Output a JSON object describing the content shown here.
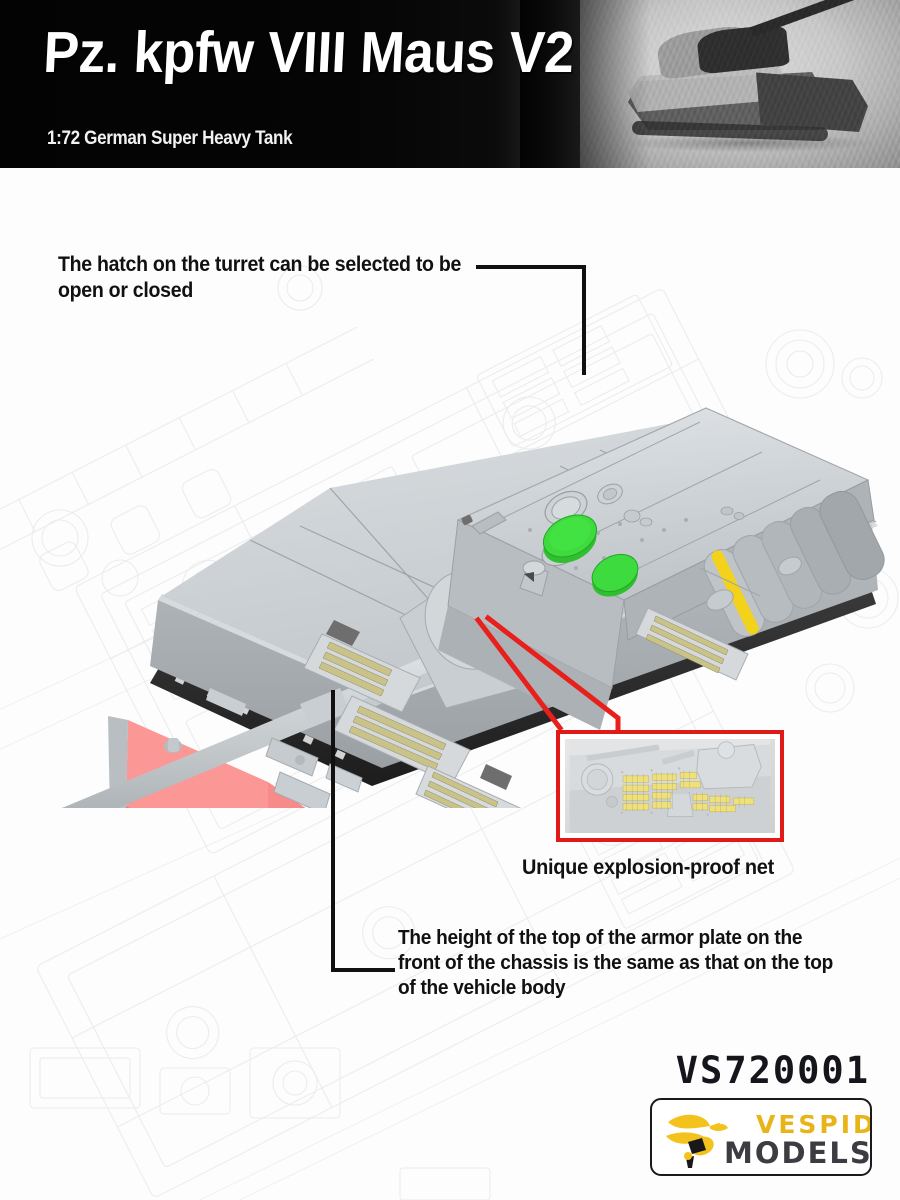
{
  "header": {
    "title": "Pz. kpfw VIII Maus V2",
    "subtitle": "1:72 German Super Heavy Tank",
    "photo_alt": "maus-tank-photo"
  },
  "callouts": {
    "hatch": "The hatch on the turret can be selected to be open or closed",
    "armor": "The height of the top of the armor plate on the front of the chassis is the same as that on the top of the vehicle body",
    "net_caption": "Unique explosion-proof net"
  },
  "footer": {
    "product_code": "VS720001",
    "brand_primary": "VESPID",
    "brand_secondary": "MODELS"
  },
  "colors": {
    "banner_black": "#030303",
    "accent_red": "#e01b17",
    "highlight_green": "#3ddb3d",
    "highlight_pink": "#f98a88",
    "highlight_yellow": "#f2d21a",
    "model_grey": "#c3c8cc",
    "brand_gold": "#e9b417",
    "brand_grey": "#3c3c42"
  }
}
